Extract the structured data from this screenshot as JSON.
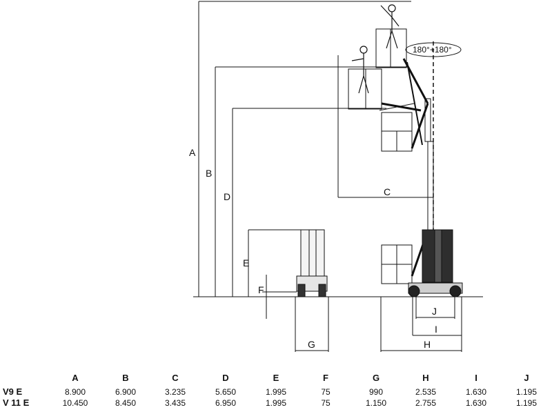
{
  "diagram": {
    "rotation_label": "180°+180°",
    "dimension_labels": {
      "A": "A",
      "B": "B",
      "C": "C",
      "D": "D",
      "E": "E",
      "F": "F",
      "G": "G",
      "H": "H",
      "I": "I",
      "J": "J"
    }
  },
  "table": {
    "columns": [
      "A",
      "B",
      "C",
      "D",
      "E",
      "F",
      "G",
      "H",
      "I",
      "J"
    ],
    "rows": [
      {
        "model": "V9 E",
        "values": [
          "8.900",
          "6.900",
          "3.235",
          "5.650",
          "1.995",
          "75",
          "990",
          "2.535",
          "1.630",
          "1.195"
        ]
      },
      {
        "model": "V 11 E",
        "values": [
          "10.450",
          "8.450",
          "3.435",
          "6.950",
          "1.995",
          "75",
          "1.150",
          "2.755",
          "1.630",
          "1.195"
        ]
      }
    ]
  }
}
